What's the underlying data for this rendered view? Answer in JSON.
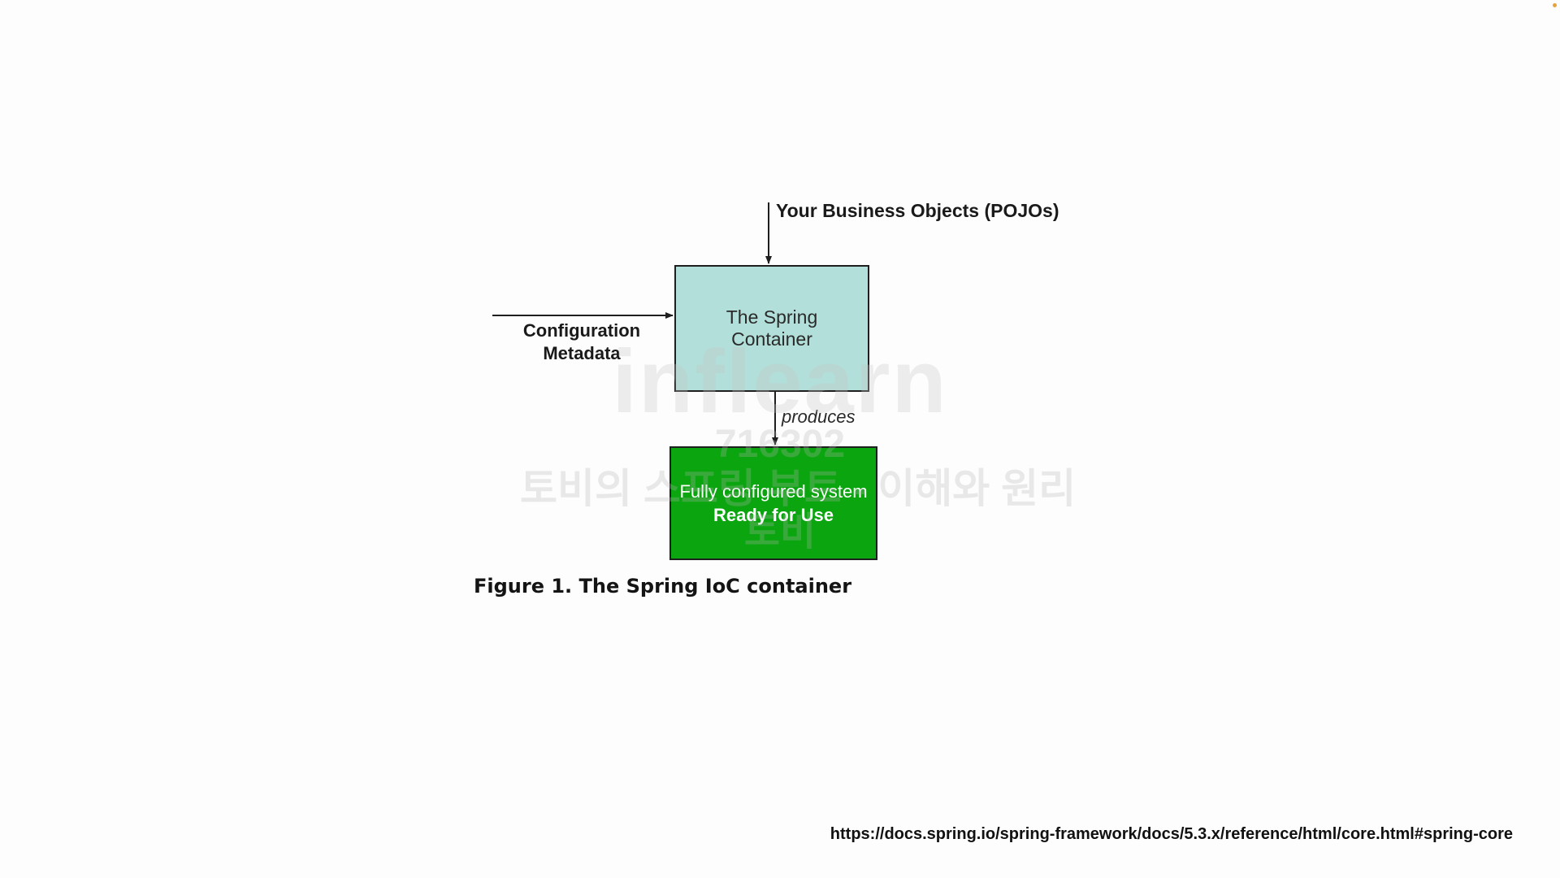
{
  "diagram": {
    "inputs": {
      "pojos": "Your Business Objects (POJOs)",
      "config_line1": "Configuration",
      "config_line2": "Metadata"
    },
    "container": {
      "line1": "The Spring",
      "line2": "Container"
    },
    "edge_label": "produces",
    "output": {
      "line1": "Fully configured system",
      "line2": "Ready for Use"
    },
    "caption": "Figure 1. The Spring IoC container"
  },
  "source_url": "https://docs.spring.io/spring-framework/docs/5.3.x/reference/html/core.html#spring-core",
  "watermark": {
    "brand": "inflearn",
    "id": "716302",
    "course": "토비의 스프링 부트 - 이해와 원리",
    "author": "토비"
  },
  "colors": {
    "container_fill": "#b2dfd9",
    "output_fill": "#0aa50f",
    "border": "#1f1f1f"
  }
}
